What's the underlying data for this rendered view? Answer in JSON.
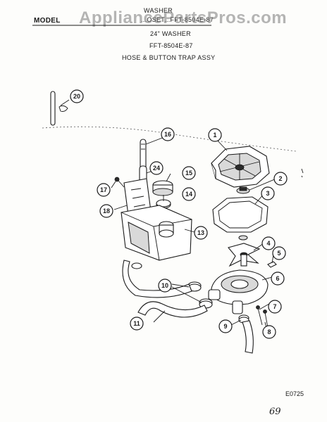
{
  "header": {
    "appliance": "WASHER",
    "model_prefix": "MODEL",
    "model_tail": "...OSET...FFT-8504E-87",
    "size": "24\" WASHER",
    "part_number": "FFT-8504E-87",
    "title": "HOSE & BUTTON TRAP ASSY"
  },
  "watermark": "AppliancePartsPros.com",
  "diagram_code": "E0725",
  "page_scribble": "69",
  "callouts": [
    {
      "num": "1"
    },
    {
      "num": "2"
    },
    {
      "num": "3"
    },
    {
      "num": "4"
    },
    {
      "num": "5"
    },
    {
      "num": "6"
    },
    {
      "num": "7"
    },
    {
      "num": "8"
    },
    {
      "num": "9"
    },
    {
      "num": "10"
    },
    {
      "num": "11"
    },
    {
      "num": "13"
    },
    {
      "num": "14"
    },
    {
      "num": "15"
    },
    {
      "num": "16"
    },
    {
      "num": "17"
    },
    {
      "num": "18"
    },
    {
      "num": "20"
    },
    {
      "num": "24"
    }
  ]
}
